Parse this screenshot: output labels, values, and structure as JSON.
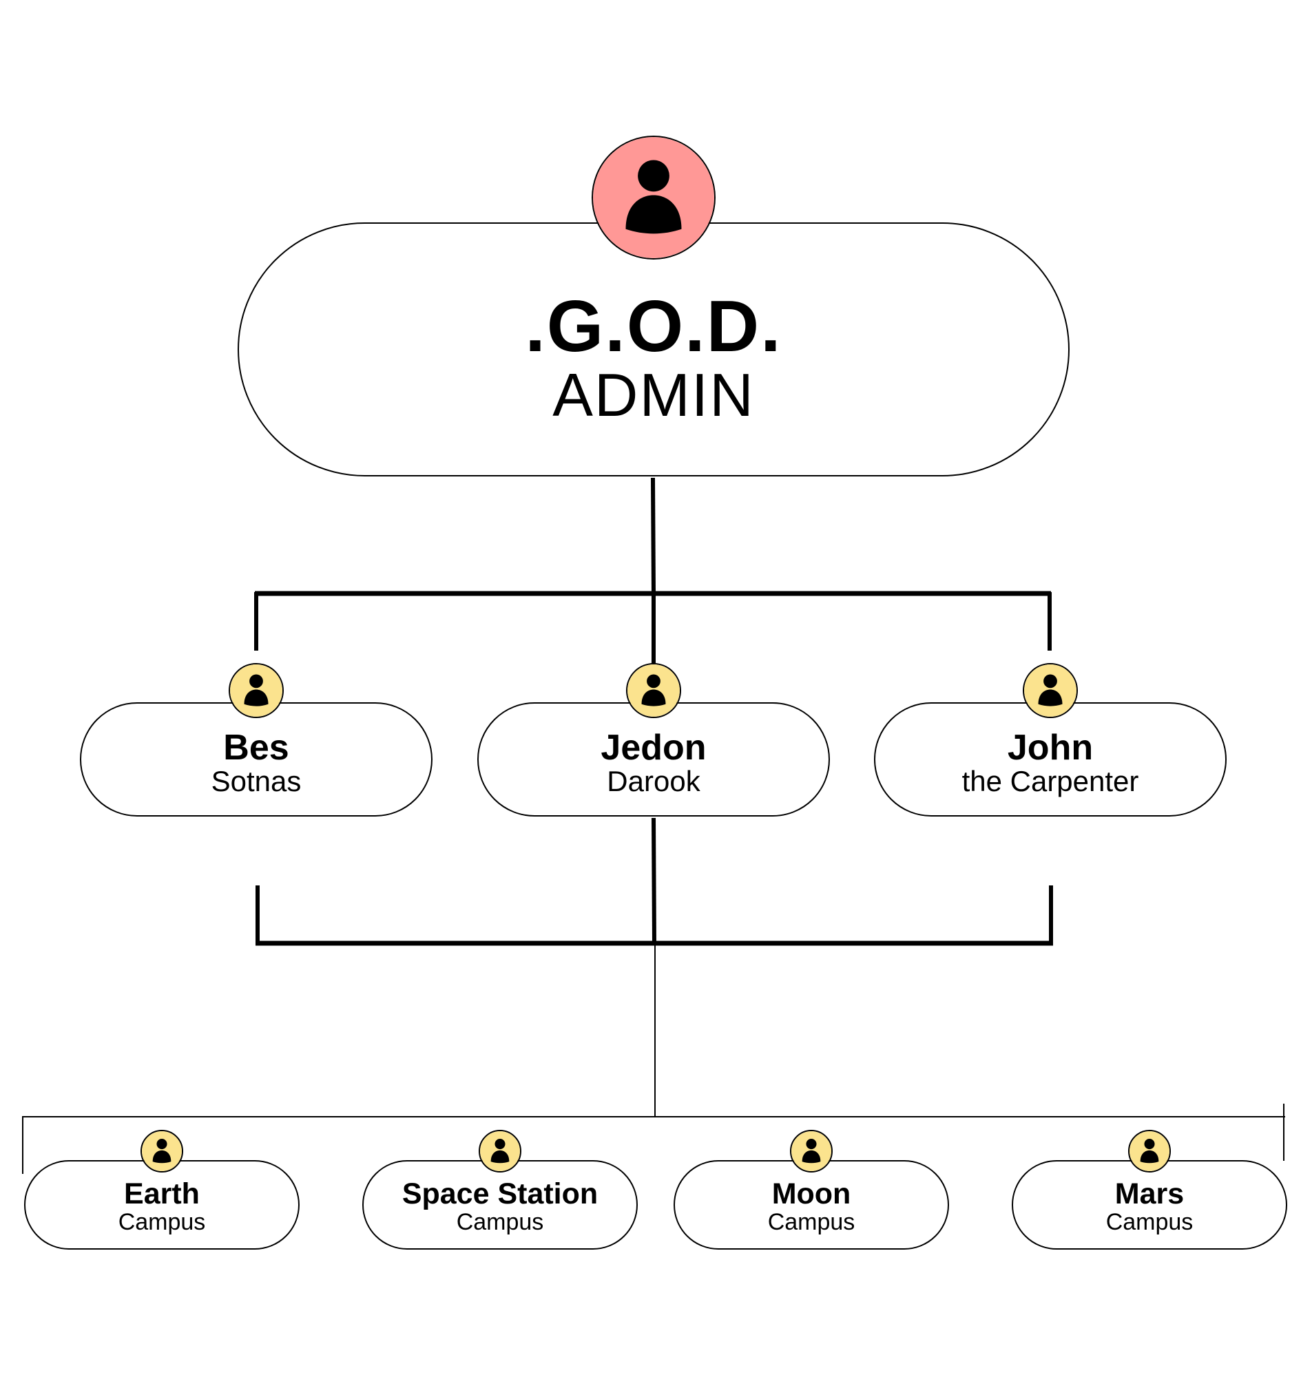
{
  "colors": {
    "root_avatar_fill": "#FF9896",
    "member_avatar_fill": "#FBE38E",
    "line": "#000000",
    "icon": "#000000"
  },
  "root": {
    "name": ".G.O.D.",
    "role": "ADMIN",
    "icon": "person-icon"
  },
  "level1": [
    {
      "name": "Bes",
      "role": "Sotnas",
      "icon": "person-icon"
    },
    {
      "name": "Jedon",
      "role": "Darook",
      "icon": "person-icon"
    },
    {
      "name": "John",
      "role": "the Carpenter",
      "icon": "person-icon"
    }
  ],
  "level2": [
    {
      "name": "Earth",
      "role": "Campus",
      "icon": "person-icon"
    },
    {
      "name": "Space Station",
      "role": "Campus",
      "icon": "person-icon"
    },
    {
      "name": "Moon",
      "role": "Campus",
      "icon": "person-icon"
    },
    {
      "name": "Mars",
      "role": "Campus",
      "icon": "person-icon"
    }
  ]
}
